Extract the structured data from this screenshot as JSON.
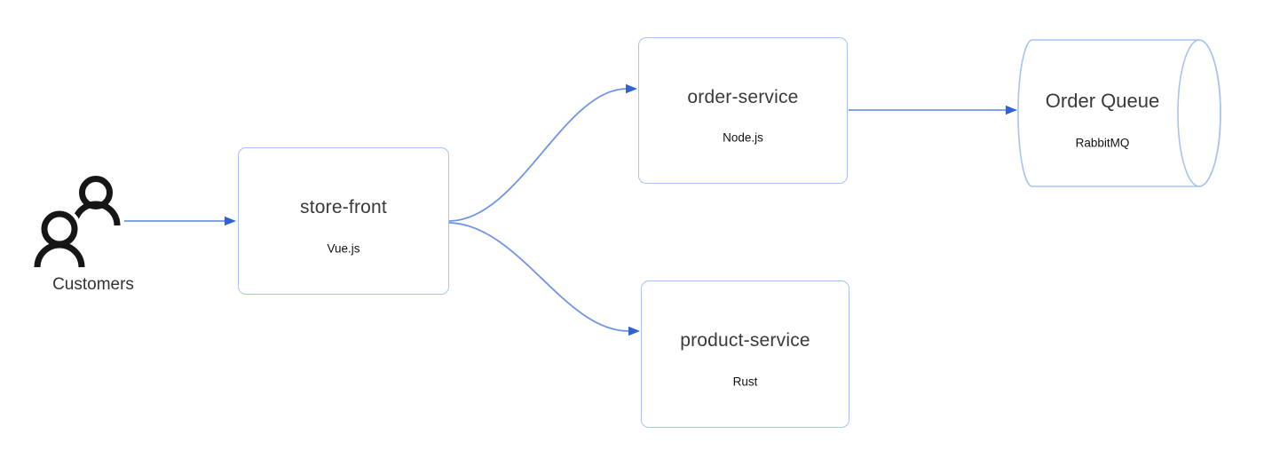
{
  "diagram": {
    "customers": {
      "label": "Customers",
      "icon": "users-icon"
    },
    "nodes": [
      {
        "id": "store-front",
        "title": "store-front",
        "subtitle": "Vue.js",
        "shape": "rect"
      },
      {
        "id": "order-service",
        "title": "order-service",
        "subtitle": "Node.js",
        "shape": "rect"
      },
      {
        "id": "product-service",
        "title": "product-service",
        "subtitle": "Rust",
        "shape": "rect"
      },
      {
        "id": "order-queue",
        "title": "Order Queue",
        "subtitle": "RabbitMQ",
        "shape": "cylinder"
      }
    ],
    "edges": [
      {
        "from": "customers",
        "to": "store-front"
      },
      {
        "from": "store-front",
        "to": "order-service"
      },
      {
        "from": "store-front",
        "to": "product-service"
      },
      {
        "from": "order-service",
        "to": "order-queue"
      }
    ],
    "colors": {
      "node_border": "#a7c3f1",
      "connector_line": "#7195e4",
      "arrowhead": "#2f62d4",
      "icon": "#161616",
      "title_text": "#3a3a3a",
      "subtitle_text": "#111111"
    }
  }
}
